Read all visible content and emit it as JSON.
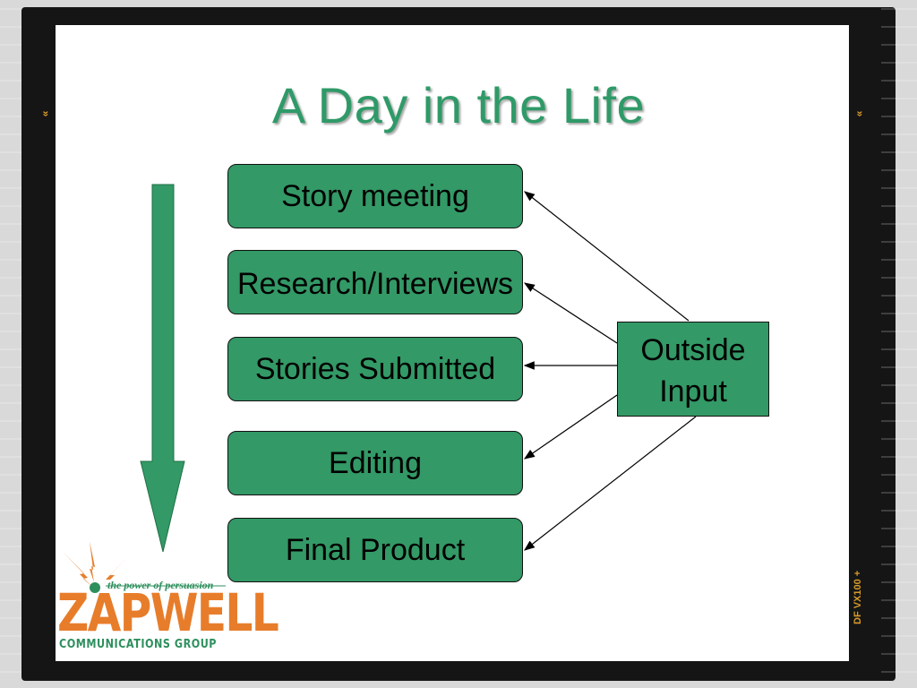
{
  "slide": {
    "title": "A Day in the Life"
  },
  "frame": {
    "left_mark": "»",
    "right_mark": "»",
    "edge_code": "DF   VX100 +"
  },
  "diagram": {
    "steps": [
      {
        "label": "Story meeting"
      },
      {
        "label": "Research/Interviews"
      },
      {
        "label": "Stories Submitted"
      },
      {
        "label": "Editing"
      },
      {
        "label": "Final Product"
      }
    ],
    "source": {
      "label_line1": "Outside",
      "label_line2": "Input"
    },
    "colors": {
      "box_fill": "#339966",
      "title": "#2f9a68",
      "arrow": "#000000"
    }
  },
  "logo": {
    "tagline": "the power of persuasion",
    "name": "ZAPWELL",
    "subtitle": "COMMUNICATIONS GROUP",
    "colors": {
      "name": "#e77d2b",
      "accent": "#2d8f5d"
    }
  }
}
